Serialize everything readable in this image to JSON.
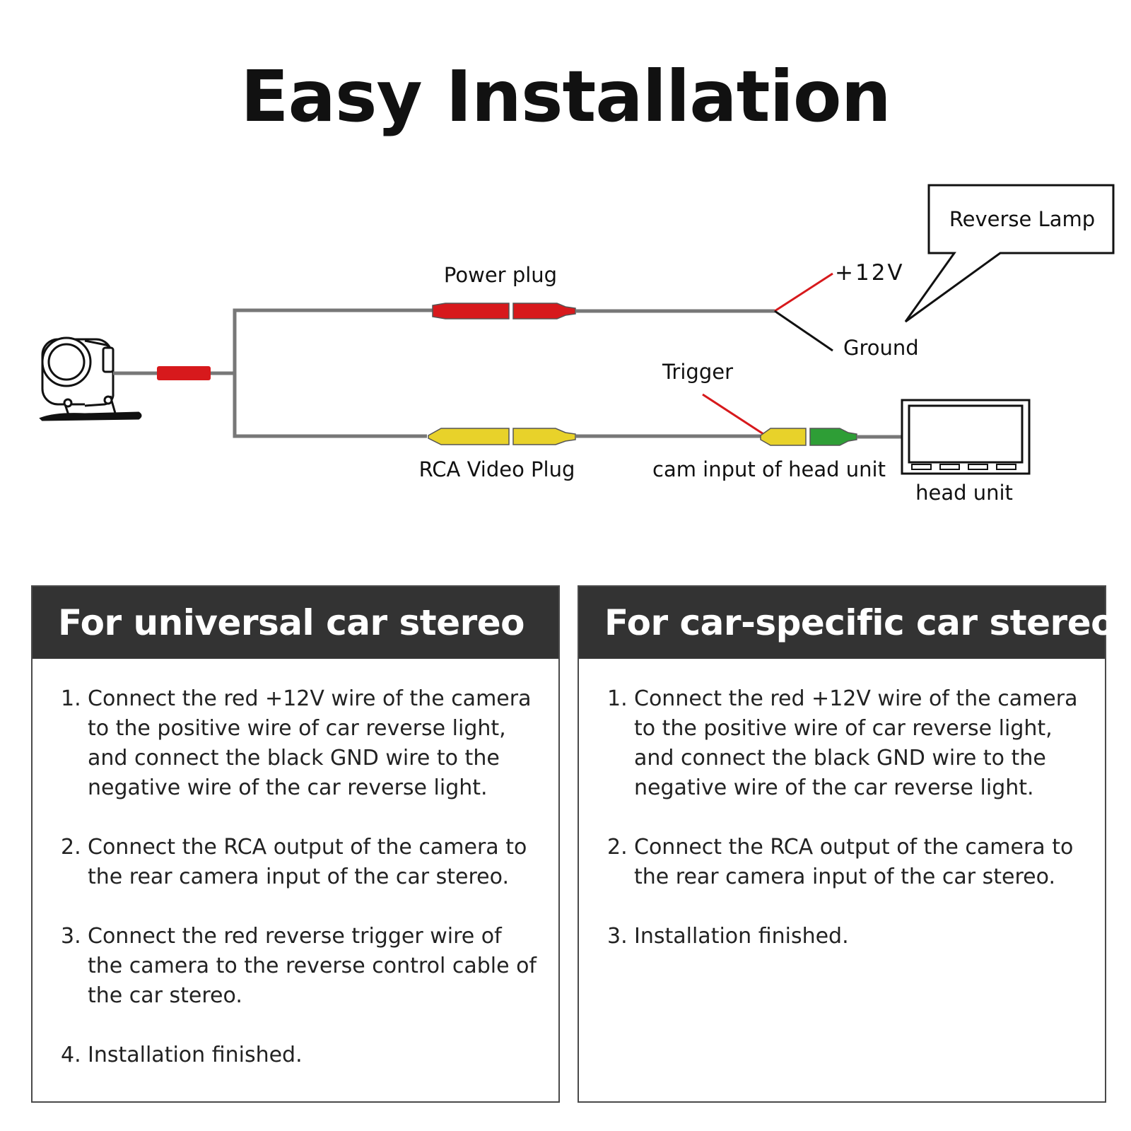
{
  "title": "Easy Installation",
  "diagram": {
    "labels": {
      "power_plug": "Power plug",
      "plus12v": "+12V",
      "reverse_lamp": "Reverse Lamp",
      "ground": "Ground",
      "trigger": "Trigger",
      "rca_video_plug": "RCA Video Plug",
      "cam_input": "cam input of head unit",
      "head_unit": "head unit"
    },
    "colors": {
      "wire": "#777777",
      "red": "#d7191c",
      "yellow": "#e8d22a",
      "green": "#2e9e36",
      "black": "#111111"
    }
  },
  "panels": [
    {
      "heading": "For universal car stereo",
      "steps": [
        {
          "num": "1.",
          "text": "Connect the red +12V wire of the camera to the positive wire of car reverse light, and connect the black GND wire to the negative wire of the car reverse light."
        },
        {
          "num": "2.",
          "text": "Connect the RCA output of the camera to the rear camera input of the car stereo."
        },
        {
          "num": "3.",
          "text": "Connect the red reverse trigger wire of the camera to the reverse control cable of the car stereo."
        },
        {
          "num": "4.",
          "text": "Installation finished."
        }
      ]
    },
    {
      "heading": "For car-specific car stereo",
      "steps": [
        {
          "num": "1.",
          "text": "Connect the red +12V wire of the camera to the positive wire of car reverse light, and connect the black GND wire to the negative wire of the car reverse light."
        },
        {
          "num": "2.",
          "text": "Connect the RCA output of the camera to the rear camera input of the car stereo."
        },
        {
          "num": "3.",
          "text": "Installation finished."
        }
      ]
    }
  ]
}
